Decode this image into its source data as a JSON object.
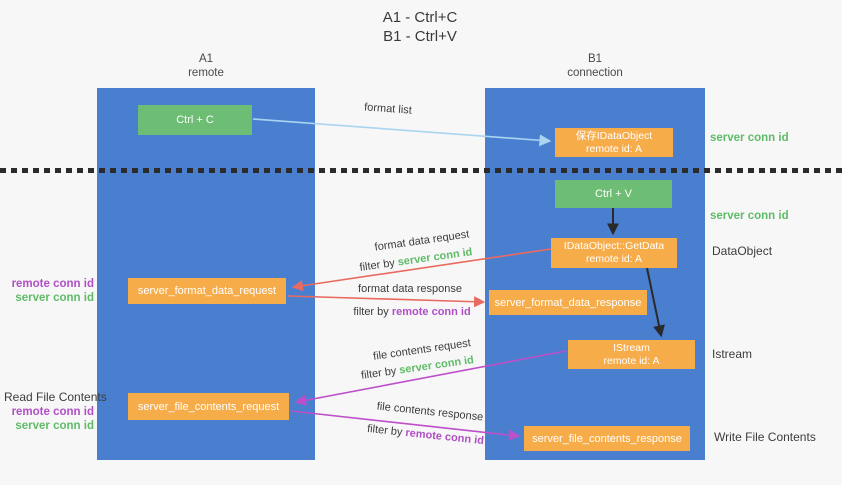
{
  "title": {
    "line1": "A1 - Ctrl+C",
    "line2": "B1 - Ctrl+V"
  },
  "lanes": {
    "a": {
      "id": "A1",
      "name": "remote"
    },
    "b": {
      "id": "B1",
      "name": "connection"
    }
  },
  "nodes": {
    "ctrl_c": {
      "label": "Ctrl + C"
    },
    "save_dataobject": {
      "line1": "保存IDataObject",
      "line2": "remote id: A"
    },
    "ctrl_v": {
      "label": "Ctrl + V"
    },
    "getdata": {
      "line1": "IDataObject::GetData",
      "line2": "remote id: A"
    },
    "format_request": {
      "label": "server_format_data_request"
    },
    "format_response": {
      "label": "server_format_data_response"
    },
    "istream": {
      "line1": "IStream",
      "line2": "remote id: A"
    },
    "file_request": {
      "label": "server_file_contents_request"
    },
    "file_response": {
      "label": "server_file_contents_response"
    }
  },
  "side_labels": {
    "right": {
      "server_conn_id_top": "server conn id",
      "server_conn_id_mid": "server conn id",
      "dataobject": "DataObject",
      "istream": "Istream",
      "write_file_contents": "Write File Contents"
    },
    "left": {
      "remote_conn_id_format": "remote conn id",
      "server_conn_id_format": "server conn id",
      "read_file_contents": "Read File Contents",
      "remote_conn_id_file": "remote conn id",
      "server_conn_id_file": "server conn id"
    }
  },
  "arrow_labels": {
    "format_list": "format list",
    "format_data_request": "format data request",
    "format_data_response": "format data response",
    "file_contents_request": "file contents request",
    "file_contents_response": "file contents response",
    "filter_by": "filter by",
    "server_conn_id": "server conn id",
    "remote_conn_id": "remote conn id"
  },
  "colors": {
    "lane_blue": "#4a7fd0",
    "box_green": "#6dbe74",
    "box_orange": "#f7ac4a",
    "label_green": "#5fbb68",
    "label_purple": "#b04fc6",
    "arrow_light_blue": "#a9d5f0",
    "arrow_red": "#e96a60",
    "arrow_magenta": "#bd4fc9",
    "arrow_black": "#2a2a2a",
    "background": "#f7f7f7"
  }
}
